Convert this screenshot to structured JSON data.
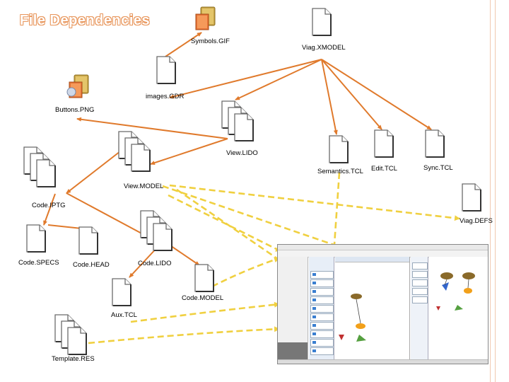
{
  "title": "File Dependencies",
  "colors": {
    "dependency_arrow": "#e07a2c",
    "reference_arrow": "#f0d040",
    "document_outline": "#6b6b6b"
  },
  "nodes": {
    "symbols_gif": {
      "label": "Symbols.GIF",
      "icon": "stacked-cylinders-icon"
    },
    "viag_xmodel": {
      "label": "Viag.XMODEL",
      "icon": "document-icon"
    },
    "images_gdr": {
      "label": "images.GDR",
      "icon": "document-icon"
    },
    "buttons_png": {
      "label": "Buttons.PNG",
      "icon": "stacked-cylinders-icon"
    },
    "view_lido": {
      "label": "View.LIDO",
      "icon": "document-stack-icon"
    },
    "semantics_tcl": {
      "label": "Semantics.TCL",
      "icon": "document-icon"
    },
    "edit_tcl": {
      "label": "Edit.TCL",
      "icon": "document-icon"
    },
    "sync_tcl": {
      "label": "Sync.TCL",
      "icon": "document-icon"
    },
    "view_model": {
      "label": "View.MODEL",
      "icon": "document-stack-icon"
    },
    "code_iptg": {
      "label": "Code.IPTG",
      "icon": "document-stack-icon"
    },
    "viag_defs": {
      "label": "Viag.DEFS",
      "icon": "document-icon"
    },
    "code_specs": {
      "label": "Code.SPECS",
      "icon": "document-icon"
    },
    "code_head": {
      "label": "Code.HEAD",
      "icon": "document-icon"
    },
    "code_lido": {
      "label": "Code.LIDO",
      "icon": "document-stack-icon"
    },
    "code_model": {
      "label": "Code.MODEL",
      "icon": "document-icon"
    },
    "aux_tcl": {
      "label": "Aux.TCL",
      "icon": "document-icon"
    },
    "template_res": {
      "label": "Template.RES",
      "icon": "document-stack-icon"
    }
  },
  "screenshot": {
    "icon": "application-screenshot-icon"
  }
}
